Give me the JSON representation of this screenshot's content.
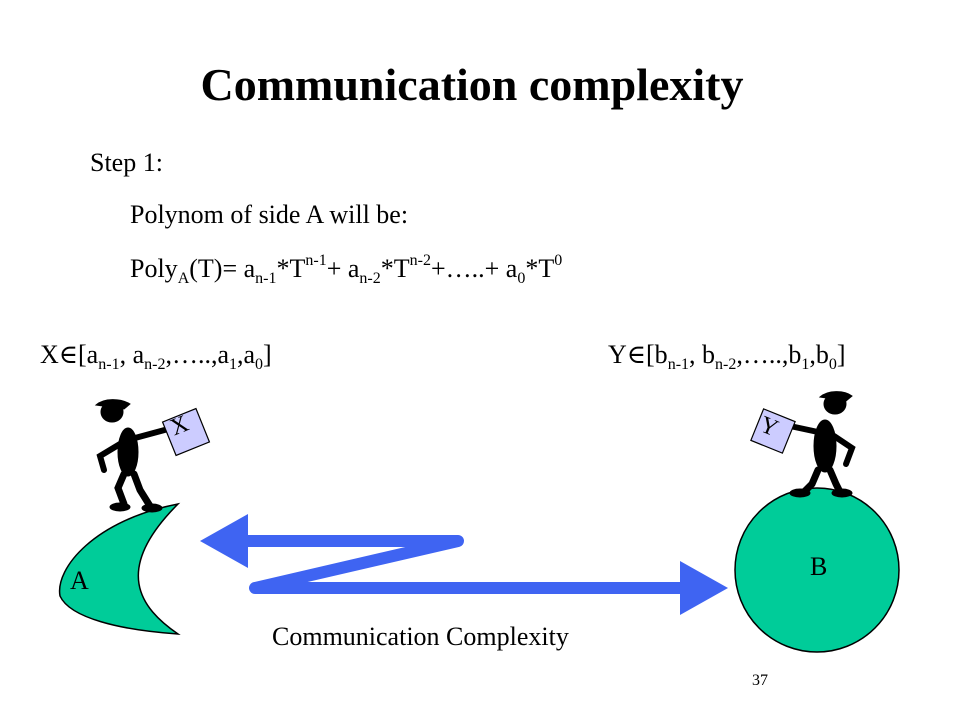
{
  "title": "Communication complexity",
  "step": "Step 1:",
  "subtitle": "Polynom of side A will be:",
  "poly": {
    "prefix": "Poly",
    "prefix_sub": "A",
    "eq_start": "(T)= a",
    "t1_sub": "n-1",
    "t1_mid": "*T",
    "t1_sup": "n-1",
    "t2_pre": "+ a",
    "t2_sub": "n-2",
    "t2_mid": "*T",
    "t2_sup": "n-2",
    "t3_pre": "+…..+ a",
    "t3_sub": "0",
    "t3_mid": "*T",
    "t3_sup": "0"
  },
  "setX": {
    "open": "X∈[a",
    "s1": "n-1",
    "m1": ", a",
    "s2": "n-2",
    "m2": ",…..,a",
    "s3": "1",
    "m3": ",a",
    "s4": "0",
    "close": "]"
  },
  "setY": {
    "open": "Y∈[b",
    "s1": "n-1",
    "m1": ", b",
    "s2": "n-2",
    "m2": ",…..,b",
    "s3": "1",
    "m3": ",b",
    "s4": "0",
    "close": "]"
  },
  "party_a": {
    "label": "A",
    "card": "X"
  },
  "party_b": {
    "label": "B",
    "card": "Y"
  },
  "caption": "Communication  Complexity",
  "page_number": "37",
  "colors": {
    "arrow": "#3f64f2",
    "planet": "#00cc99",
    "card": "#ccccff",
    "figure": "#000000"
  }
}
